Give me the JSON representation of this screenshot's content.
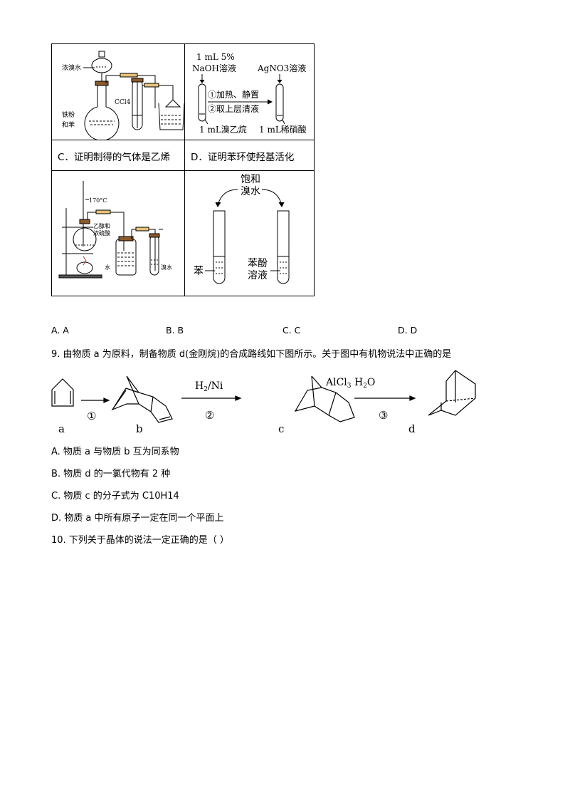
{
  "table": {
    "cell_a": {
      "labels": {
        "dropping_funnel": "浓溴水",
        "solvent": "CCl4",
        "flask_contents_1": "铁粉",
        "flask_contents_2": "和苯"
      }
    },
    "cell_b": {
      "labels": {
        "reagent_top_left_1": "1 mL  5%",
        "reagent_top_left_2": "NaOH溶液",
        "reagent_top_right": "AgNO3溶液",
        "step_1": "①加热、静置",
        "step_2": "②取上层清液",
        "tube_left": "1 mL溴乙烷",
        "tube_right": "1 mL稀硝酸"
      }
    },
    "header_c": "C．证明制得的气体是乙烯",
    "header_d": "D．证明苯环使羟基活化",
    "cell_c": {
      "labels": {
        "temperature": "170°C",
        "reactants_1": "乙醇和",
        "reactants_2": "浓硫酸",
        "wash_bottle": "水",
        "test_tube": "溴水"
      }
    },
    "cell_d": {
      "labels": {
        "reagent_1": "饱和",
        "reagent_2": "溴水",
        "left_tube": "苯",
        "right_tube_1": "苯酚",
        "right_tube_2": "溶液"
      }
    }
  },
  "answer_options_q8": [
    "A. A",
    "B. B",
    "C. C",
    "D. D"
  ],
  "question9": {
    "stem": "9. 由物质 a 为原料，制备物质 d(金刚烷)的合成路线如下图所示。关于图中有机物说法中正确的是",
    "scheme": {
      "compounds": [
        "a",
        "b",
        "c",
        "d"
      ],
      "step1": "①",
      "step2_reagent": "H2/Ni",
      "step2": "②",
      "step3_reagent": "AlCl3 H2O",
      "step3": "③"
    },
    "options": [
      "A.  物质 a 与物质 b 互为同系物",
      "B.  物质 d 的一氯代物有 2 种",
      "C.  物质 c 的分子式为 C10H14",
      "D.  物质 a 中所有原子一定在同一个平面上"
    ]
  },
  "question10": {
    "stem": "10. 下列关于晶体的说法一定正确的是（      ）"
  }
}
